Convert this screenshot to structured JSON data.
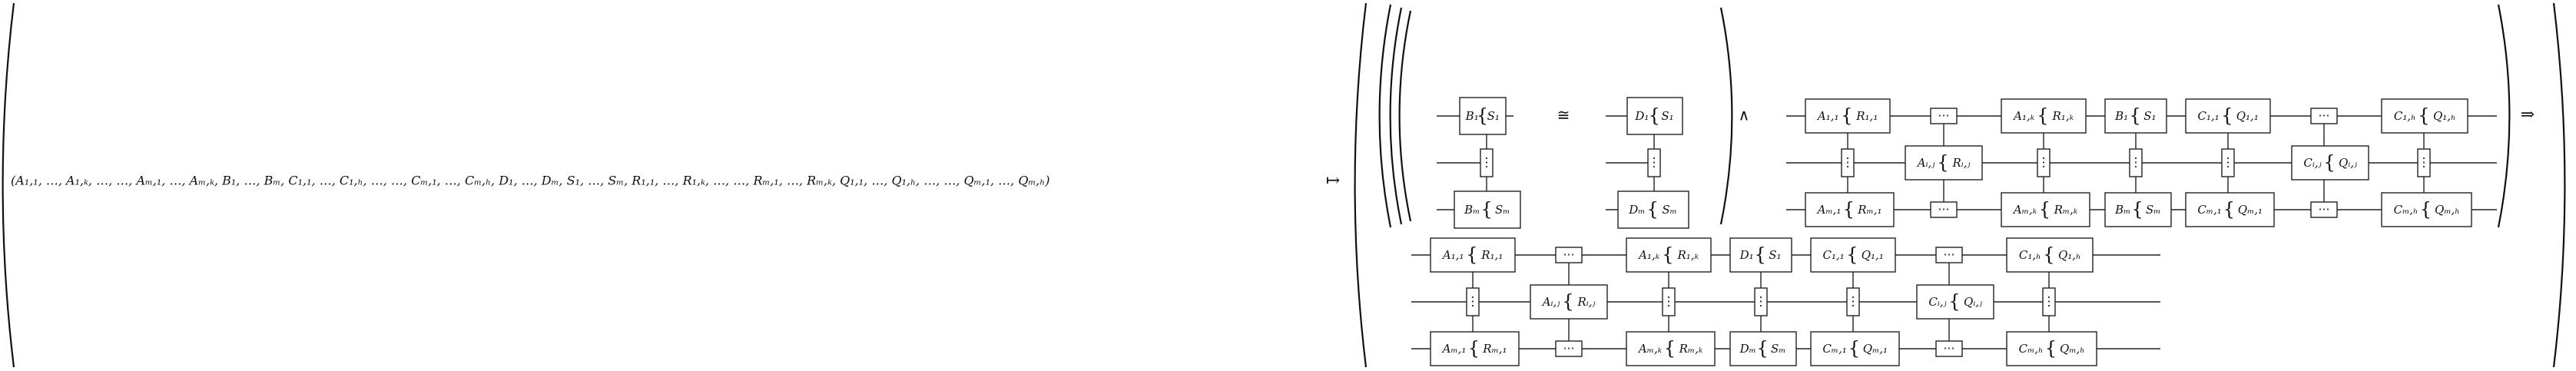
{
  "diagram": {
    "lhs_tuple": "(A₁,₁, …, A₁,ₖ, …, …, Aₘ,₁, …, Aₘ,ₖ, B₁, …, Bₘ, C₁,₁, …, C₁,ₕ, …, …, Cₘ,₁, …, Cₘ,ₕ, D₁, …, Dₘ, S₁, …, Sₘ, R₁,₁, …, R₁,ₖ, …, …, Rₘ,₁, …, Rₘ,ₖ, Q₁,₁, …, Q₁,ₕ, …, …, Qₘ,₁, …, Qₘ,ₕ)",
    "maps_to": "↦",
    "iso": "≅",
    "and": "∧",
    "implies": "⇒",
    "vdots": "⋮",
    "cdots": "⋯",
    "labels": {
      "A11": "A₁,₁",
      "R11": "R₁,₁",
      "A1k": "A₁,ₖ",
      "R1k": "R₁,ₖ",
      "Aij": "Aᵢ,ⱼ",
      "Rij": "Rᵢ,ⱼ",
      "Am1": "Aₘ,₁",
      "Rm1": "Rₘ,₁",
      "Amk": "Aₘ,ₖ",
      "Rmk": "Rₘ,ₖ",
      "B1": "B₁",
      "S1": "S₁",
      "Bm": "Bₘ",
      "Sm": "Sₘ",
      "D1": "D₁",
      "Dm": "Dₘ",
      "C11": "C₁,₁",
      "Q11": "Q₁,₁",
      "C1h": "C₁,ₕ",
      "Q1h": "Q₁,ₕ",
      "Cij": "Cᵢ,ⱼ",
      "Qij": "Qᵢ,ⱼ",
      "Cm1": "Cₘ,₁",
      "Qm1": "Qₘ,₁",
      "Cmh": "Cₘ,ₕ",
      "Qmh": "Qₘ,ₕ"
    }
  }
}
